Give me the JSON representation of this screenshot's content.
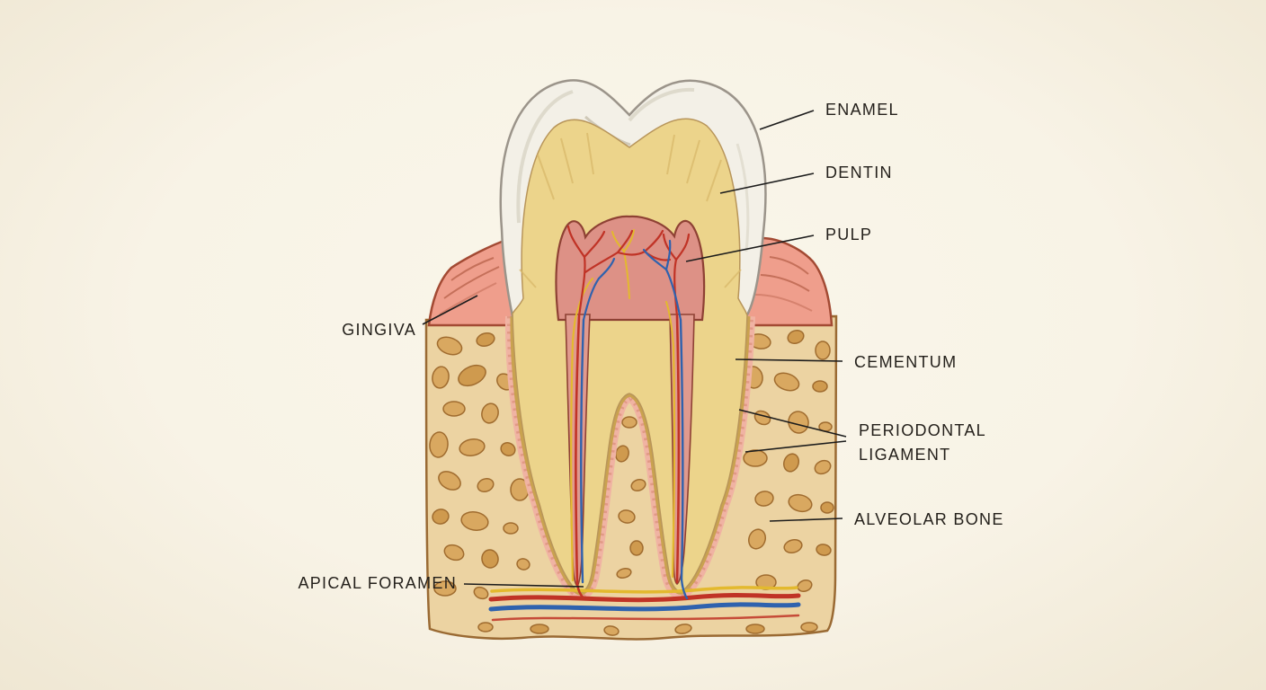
{
  "figure": {
    "labels": {
      "enamel": "ENAMEL",
      "dentin": "DENTIN",
      "pulp": "PULP",
      "gingiva": "GINGIVA",
      "cementum": "CEMENTUM",
      "periodontal_ligament": "PERIODONTAL\nLIGAMENT",
      "alveolar_bone": "ALVEOLAR BONE",
      "apical_foramen": "APICAL FORAMEN"
    },
    "colors": {
      "background": "#f8f3e6",
      "enamel": "#f3f0e7",
      "dentin": "#ecd48b",
      "pulp": "#dd9186",
      "root_canal": "#e09a8e",
      "gingiva": "#ef9e8c",
      "bone": "#ecd3a2",
      "bone_spots": "#d9a860",
      "periodontal": "#f0b3a3",
      "cementum_line": "#c9a24f",
      "vessel_red": "#c03326",
      "vessel_blue": "#2f62ae",
      "vessel_yellow": "#e3b92e",
      "label_text": "#231f1a",
      "leader_line": "#1c1c1c"
    }
  }
}
